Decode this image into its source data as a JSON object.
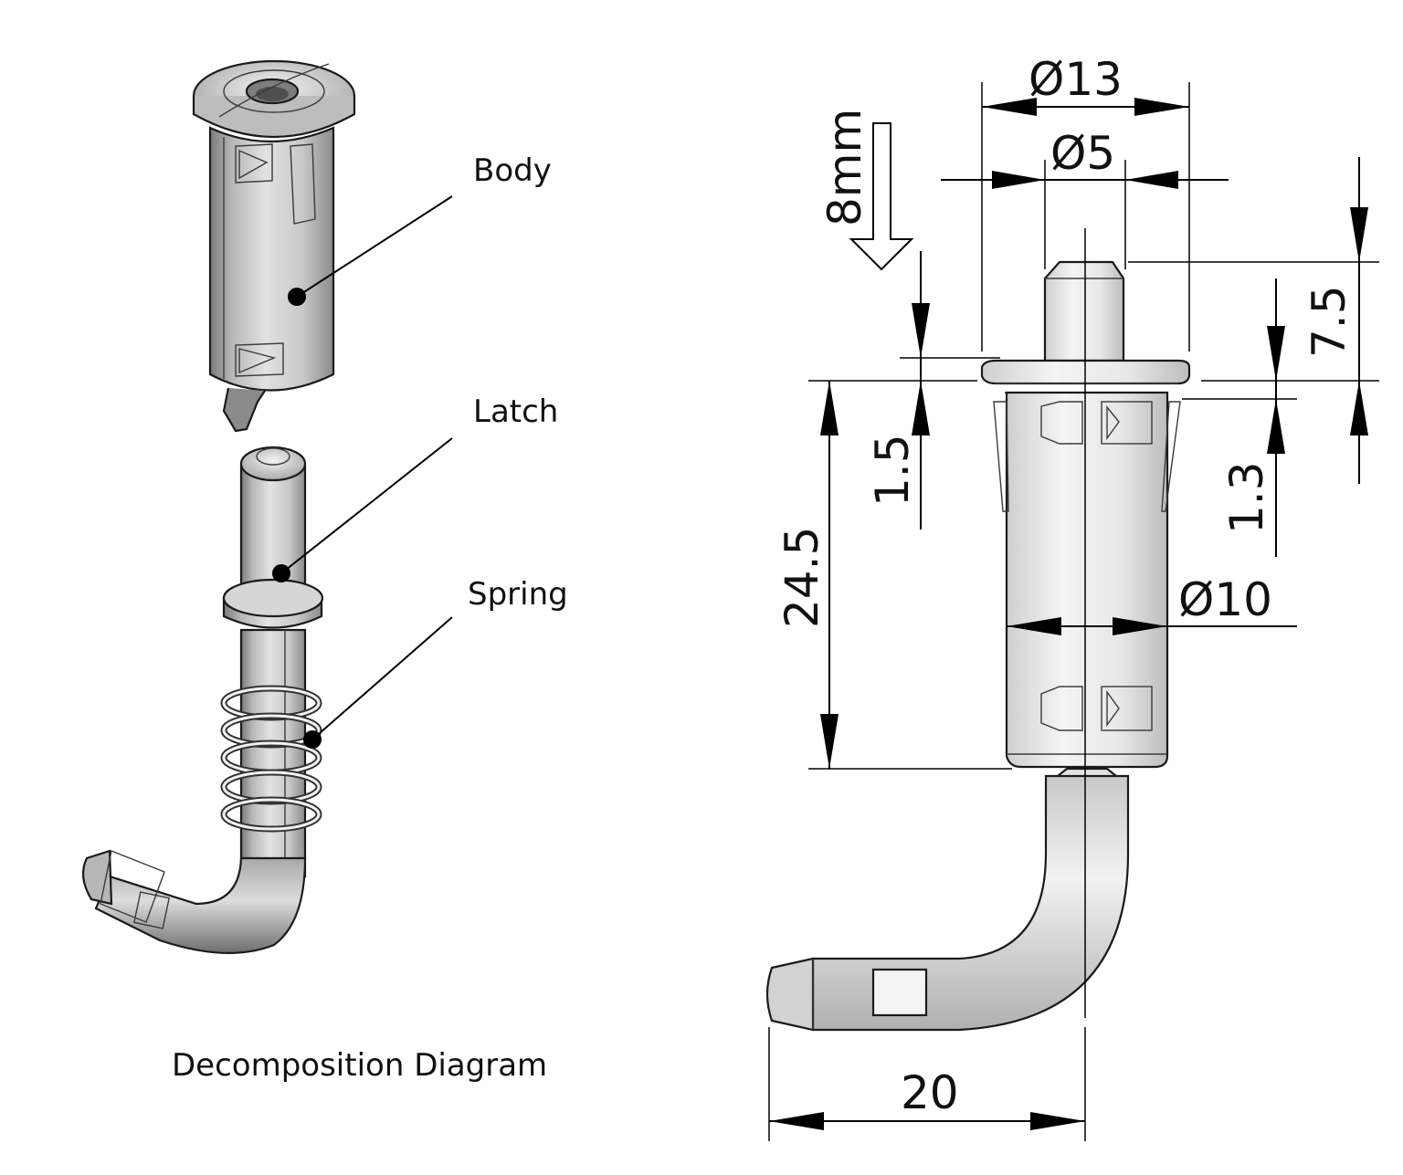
{
  "colors": {
    "background": "#ffffff",
    "part_light": "#ededed",
    "part_mid": "#c4c4c4",
    "part_dark": "#7a7a7a",
    "line": "#000000"
  },
  "exploded_view": {
    "labels": {
      "body": "Body",
      "latch": "Latch",
      "spring": "Spring"
    },
    "caption": "Decomposition  Diagram"
  },
  "drawing": {
    "dimensions": {
      "dia_13": "Ø13",
      "dia_5": "Ø5",
      "dia_10": "Ø10",
      "travel": "8mm",
      "height_7_5": "7.5",
      "flange_1_5": "1.5",
      "gap_1_3": "1.3",
      "body_24_5": "24.5",
      "width_20": "20"
    }
  }
}
